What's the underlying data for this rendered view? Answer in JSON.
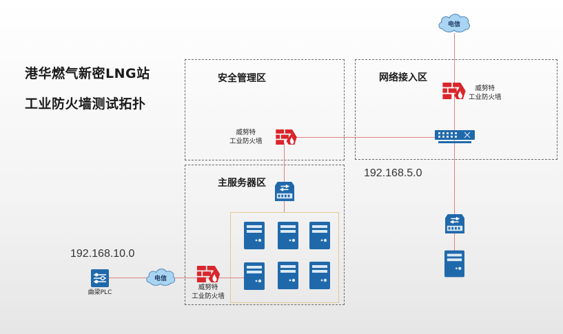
{
  "title": {
    "line1": "港华燃气新密LNG站",
    "line2": "工业防火墙测试拓扑"
  },
  "zones": {
    "security": {
      "label": "安全管理区"
    },
    "network_access": {
      "label": "网络接入区"
    },
    "main_server": {
      "label": "主服务器区"
    }
  },
  "networks": {
    "net_5": "192.168.5.0",
    "net_10": "192.168.10.0"
  },
  "devices": {
    "cloud_top": {
      "label": "电信",
      "icon": "cloud-icon"
    },
    "cloud_left": {
      "label": "电信",
      "icon": "cloud-icon"
    },
    "fw_access": {
      "line1": "威努特",
      "line2": "工业防火墙",
      "icon": "firewall-icon"
    },
    "fw_security": {
      "line1": "威努特",
      "line2": "工业防火墙",
      "icon": "firewall-icon"
    },
    "fw_main": {
      "line1": "威努特",
      "line2": "工业防火墙",
      "icon": "firewall-icon"
    },
    "switch_access": {
      "icon": "switch-icon"
    },
    "router_main": {
      "icon": "router-icon"
    },
    "router_right": {
      "icon": "router-icon"
    },
    "server_right": {
      "icon": "server-icon"
    },
    "plc": {
      "label": "曲梁PLC",
      "icon": "plc-icon"
    },
    "server_grid": {
      "count": 6,
      "icon": "server-icon"
    }
  },
  "colors": {
    "link": "#e08080",
    "firewall": "#d9262c",
    "device_blue": "#1f69ab",
    "cloud": "#a9d4f2",
    "zone_border": "#666666",
    "server_group_border": "#e3c892"
  }
}
